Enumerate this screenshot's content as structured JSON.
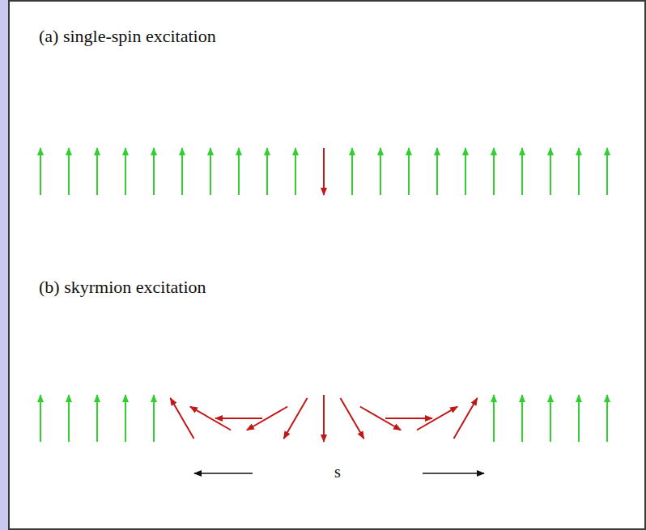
{
  "diagram": {
    "labels": [
      "(a) single-spin excitation",
      "(b) skyrmion excitation",
      "s"
    ]
  }
}
